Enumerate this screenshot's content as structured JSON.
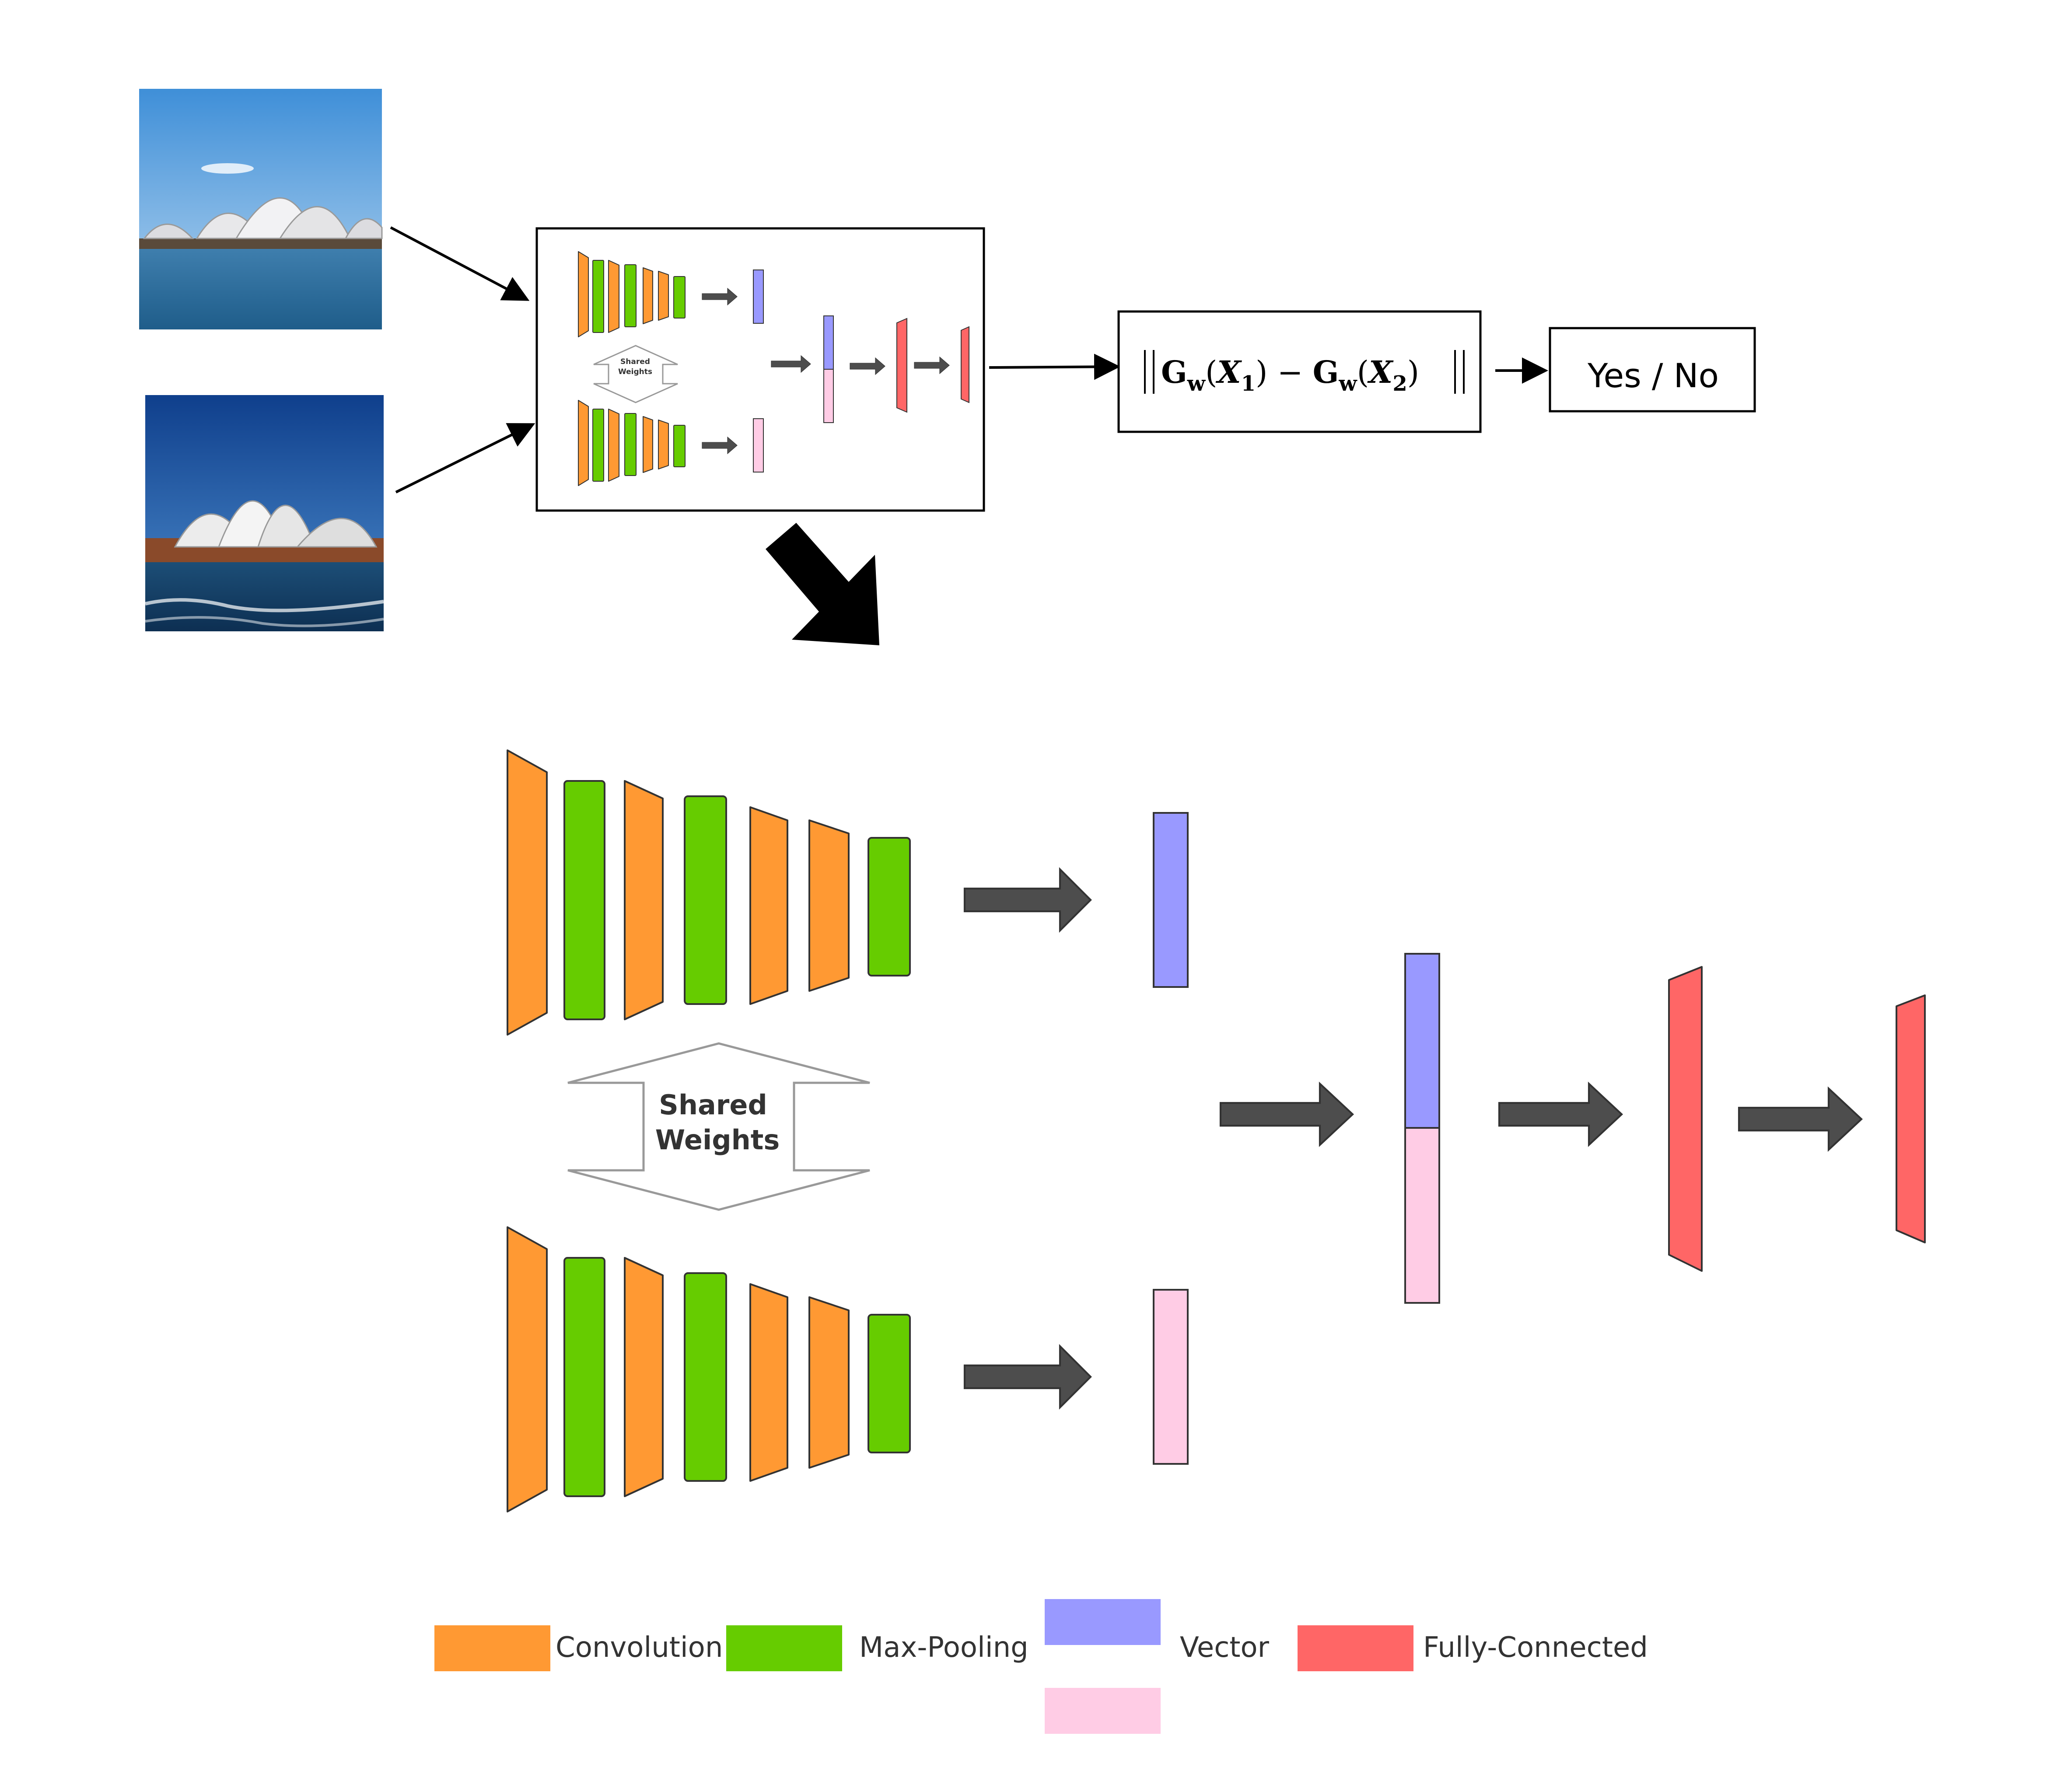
{
  "colors": {
    "convolution": "#FF9933",
    "max_pooling": "#66CC00",
    "vector_a": "#9999FF",
    "vector_b": "#FFCCE5",
    "fully_connected": "#FF6666",
    "arrow": "#4D4D4D"
  },
  "overview": {
    "shared_weights_line1": "Shared",
    "shared_weights_line2": "Weights"
  },
  "distance_formula": {
    "g": "G",
    "w": "w",
    "x": "X",
    "sub1": "1",
    "sub2": "2",
    "minus": "−"
  },
  "decision": {
    "label": "Yes / No"
  },
  "detail": {
    "shared_weights_line1": "Shared",
    "shared_weights_line2": "Weights"
  },
  "legend": {
    "convolution": "Convolution",
    "max_pooling": "Max-Pooling",
    "vector": "Vector",
    "fully_connected": "Fully-Connected"
  }
}
